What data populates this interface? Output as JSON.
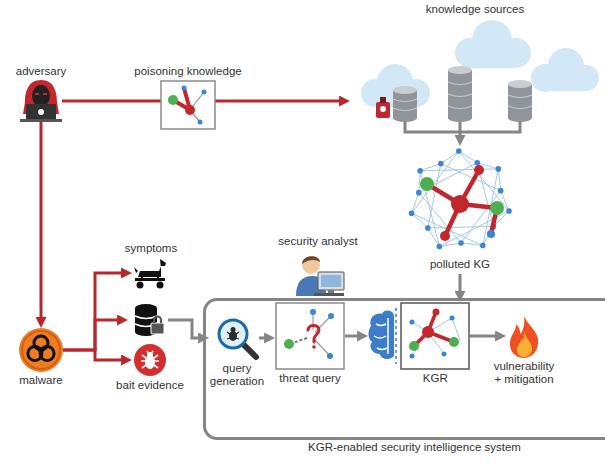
{
  "diagram": {
    "nodes": [
      {
        "text": [
          "adversary"
        ]
      },
      {
        "text": [
          "poisoning knowledge"
        ]
      },
      {
        "text": [
          "knowledge sources"
        ]
      },
      {
        "text": [
          "polluted KG"
        ]
      },
      {
        "text": [
          "malware"
        ]
      },
      {
        "text": [
          "symptoms"
        ]
      },
      {
        "text": [
          "bait evidence"
        ]
      },
      {
        "text": [
          "KGR-enabled security intelligence system"
        ]
      },
      {
        "text": [
          "security analyst"
        ]
      },
      {
        "text": [
          "query generation"
        ],
        "in": 7
      },
      {
        "text": [
          "threat query"
        ],
        "in": 7
      },
      {
        "text": [
          "KGR"
        ],
        "in": 7
      },
      {
        "text": [
          "vulnerability + mitigation"
        ],
        "in": 7
      }
    ],
    "edges": [
      {
        "from": 0,
        "to": 2,
        "arrow": "to"
      },
      {
        "from": 0,
        "to": 4,
        "arrow": "to"
      },
      {
        "from": 4,
        "to": 5,
        "arrow": "to"
      },
      {
        "from": 4,
        "to": 6,
        "arrow": "to"
      },
      {
        "from": 2,
        "to": 3,
        "arrow": "to"
      },
      {
        "from": 3,
        "to": 11,
        "arrow": "to"
      },
      {
        "from": 9,
        "to": 10,
        "arrow": "to"
      },
      {
        "from": 10,
        "to": 11,
        "arrow": "to"
      },
      {
        "from": 11,
        "to": 12,
        "arrow": "to"
      }
    ]
  }
}
